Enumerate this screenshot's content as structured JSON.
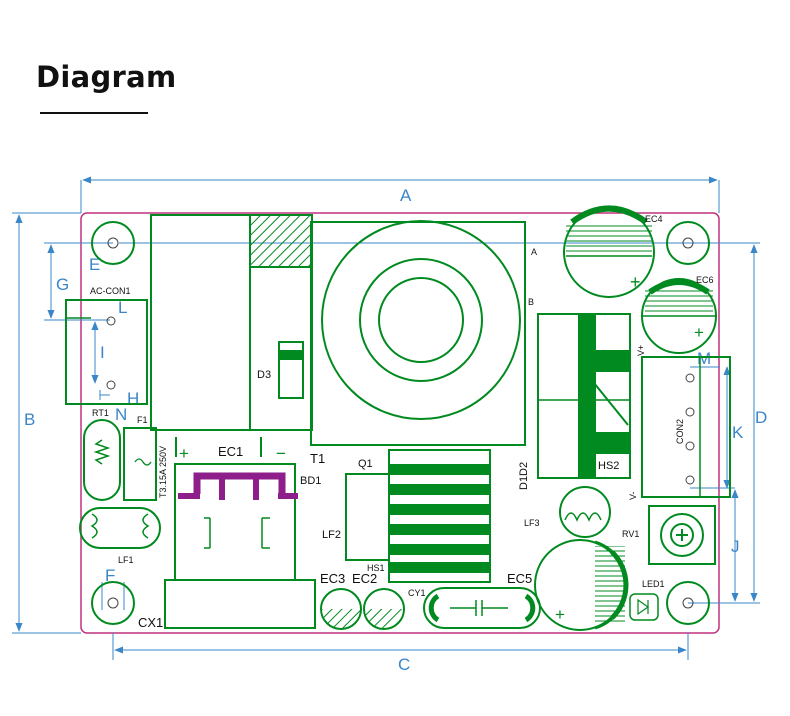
{
  "header": {
    "title": "Diagram"
  },
  "dimensions": {
    "A": "A",
    "B": "B",
    "C": "C",
    "D": "D",
    "E": "E",
    "F": "F",
    "G": "G",
    "H": "H",
    "I": "I",
    "J": "J",
    "K": "K",
    "L": "L",
    "M": "M",
    "N": "N"
  },
  "components": {
    "ac_con1": "AC-CON1",
    "rt1": "RT1",
    "f1": "F1",
    "fuse_rating": "T3.15A 250V",
    "ec1": "EC1",
    "t1": "T1",
    "bd1": "BD1",
    "lf2": "LF2",
    "lf1": "LF1",
    "cx1": "CX1",
    "ec3": "EC3",
    "ec2": "EC2",
    "cy1": "CY1",
    "ec5": "EC5",
    "led1": "LED1",
    "rv1": "RV1",
    "lf3": "LF3",
    "q1": "Q1",
    "hs1": "HS1",
    "hs2": "HS2",
    "d1d2": "D1D2",
    "d3": "D3",
    "ec4": "EC4",
    "ec6": "EC6",
    "con2": "CON2",
    "pin_a": "A",
    "pin_b": "B",
    "v_plus": "V+",
    "v_minus": "V-",
    "plus": "+",
    "minus": "−"
  },
  "colors": {
    "dimension": "#3a86c8",
    "outline": "#008a1f",
    "board_edge": "#c0307f",
    "bridge": "#8e1f8a"
  }
}
